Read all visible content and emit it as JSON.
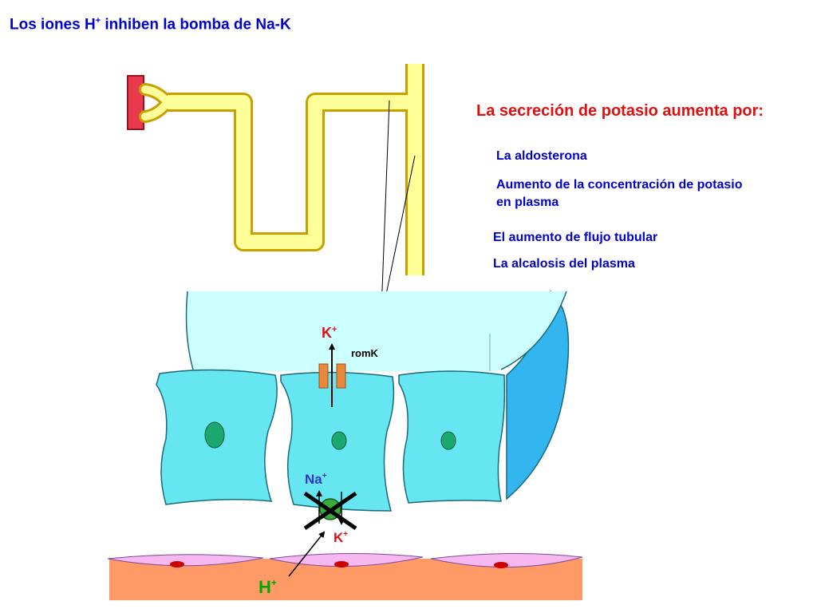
{
  "title": {
    "text": "Los iones H",
    "sup": "+",
    "rest": " inhiben la bomba de Na-K"
  },
  "heading": "La secreción de potasio aumenta por:",
  "factors": [
    "La aldosterona",
    "Aumento de la concentración de potasio en plasma",
    "El aumento de flujo tubular",
    "La alcalosis del plasma"
  ],
  "labels": {
    "k_top": "K",
    "k_top_sup": "+",
    "romk": "romK",
    "na": "Na",
    "na_sup": "+",
    "k_bottom": "K",
    "k_bottom_sup": "+",
    "h": "H",
    "h_sup": "+"
  },
  "colors": {
    "title": "#0000cc",
    "heading": "#e01010",
    "factors": "#0000cc",
    "tubule_fill": "#ffff99",
    "tubule_outline": "#c8a000",
    "glomerulus": "#e83a4a",
    "lumen": "#ccffff",
    "cell": "#66e6f0",
    "cell_edge": "#1a6a7a",
    "outer_wall": "#33b5f0",
    "nucleus": "#1aa870",
    "channel": "#e8883a",
    "interstitium": "#ff9966",
    "capillary": "#f7b8f0",
    "capillary_nucleus": "#cc0000",
    "h_label": "#00aa00",
    "na_label": "#3333cc",
    "k_label": "#e01010"
  }
}
